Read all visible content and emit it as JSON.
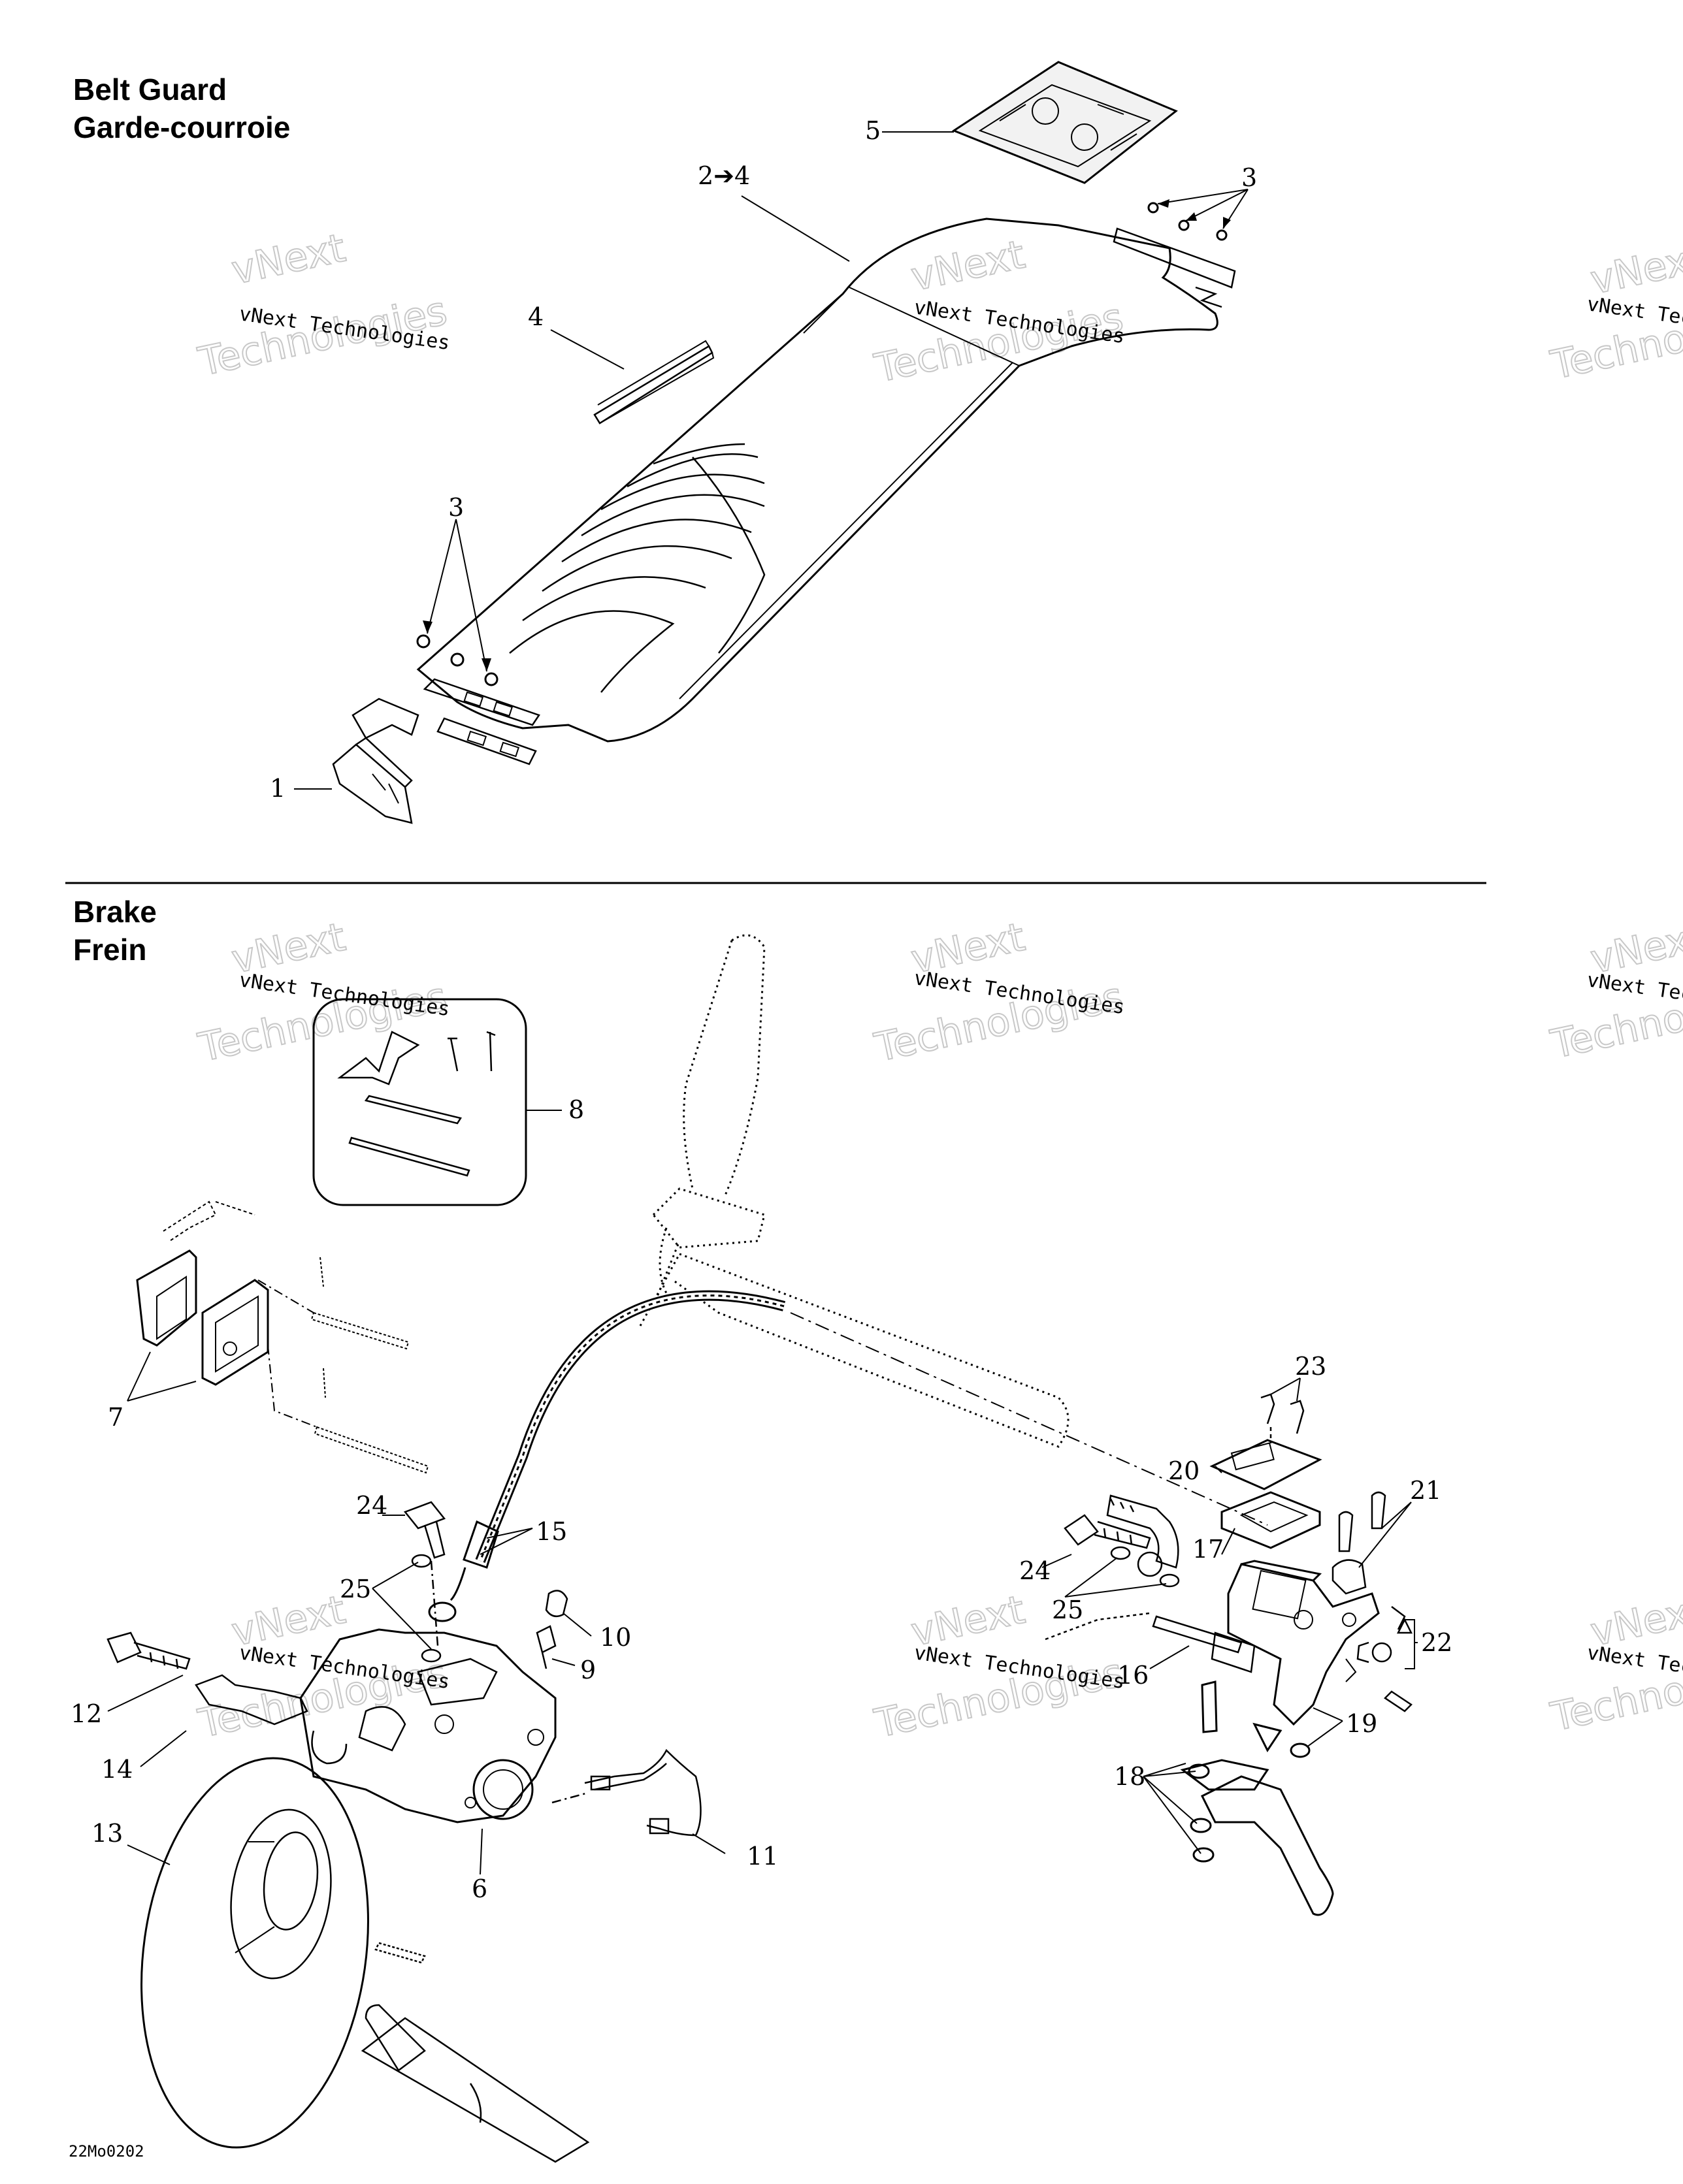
{
  "sections": {
    "belt_guard": {
      "title_en": "Belt Guard",
      "title_fr": "Garde-courroie"
    },
    "brake": {
      "title_en": "Brake",
      "title_fr": "Frein"
    }
  },
  "watermark": {
    "line1": "vNext Technologies",
    "line2": "vNext",
    "line3": "Technologies"
  },
  "callouts": {
    "c1": "1",
    "c2to4": "2➔4",
    "c3a": "3",
    "c3b": "3",
    "c4": "4",
    "c5": "5",
    "c6": "6",
    "c7": "7",
    "c8": "8",
    "c9": "9",
    "c10": "10",
    "c11": "11",
    "c12": "12",
    "c13": "13",
    "c14": "14",
    "c15": "15",
    "c16": "16",
    "c17": "17",
    "c18": "18",
    "c19": "19",
    "c20": "20",
    "c21": "21",
    "c22": "22",
    "c23": "23",
    "c24a": "24",
    "c24b": "24",
    "c25a": "25",
    "c25b": "25"
  },
  "figure_code": "22Mo0202",
  "colors": {
    "ink": "#000000",
    "watermark": "#bdbdbd",
    "background": "#ffffff"
  }
}
